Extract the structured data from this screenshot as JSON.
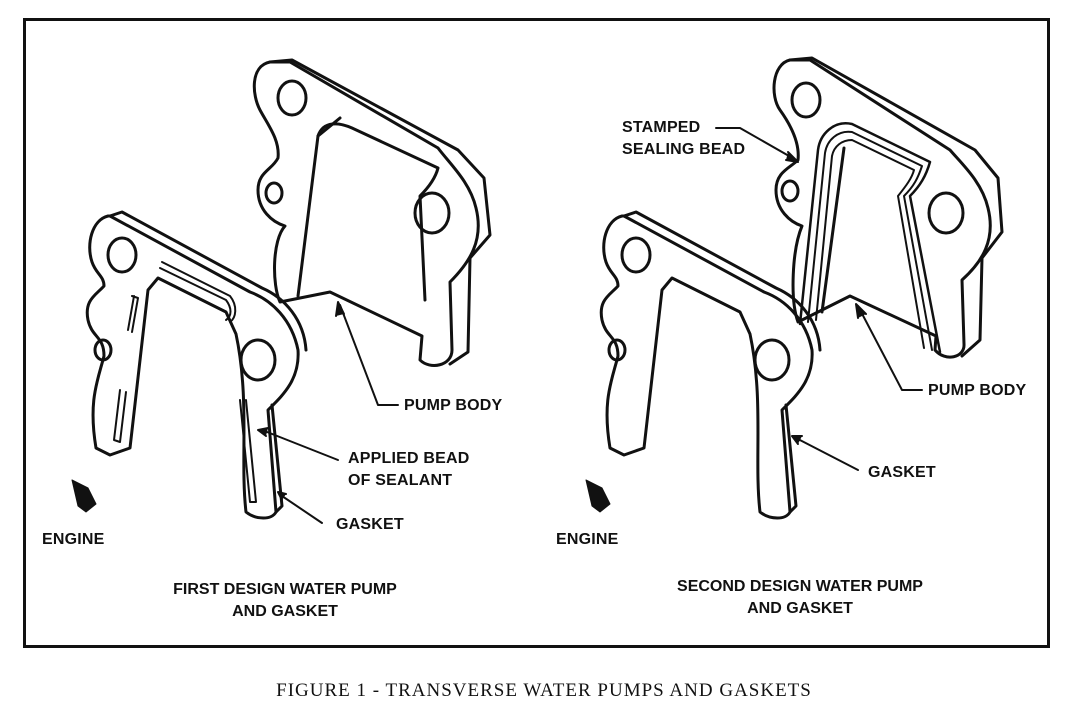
{
  "figure_title": "FIGURE 1 - TRANSVERSE WATER PUMPS AND GASKETS",
  "left_panel": {
    "pump_body_label": "PUMP BODY",
    "sealant_label": "APPLIED BEAD\nOF SEALANT",
    "gasket_label": "GASKET",
    "engine_label": "ENGINE",
    "caption": "FIRST DESIGN WATER PUMP\nAND GASKET"
  },
  "right_panel": {
    "stamped_label": "STAMPED\nSEALING BEAD",
    "pump_body_label": "PUMP BODY",
    "gasket_label": "GASKET",
    "engine_label": "ENGINE",
    "caption": "SECOND DESIGN WATER PUMP\nAND GASKET"
  }
}
